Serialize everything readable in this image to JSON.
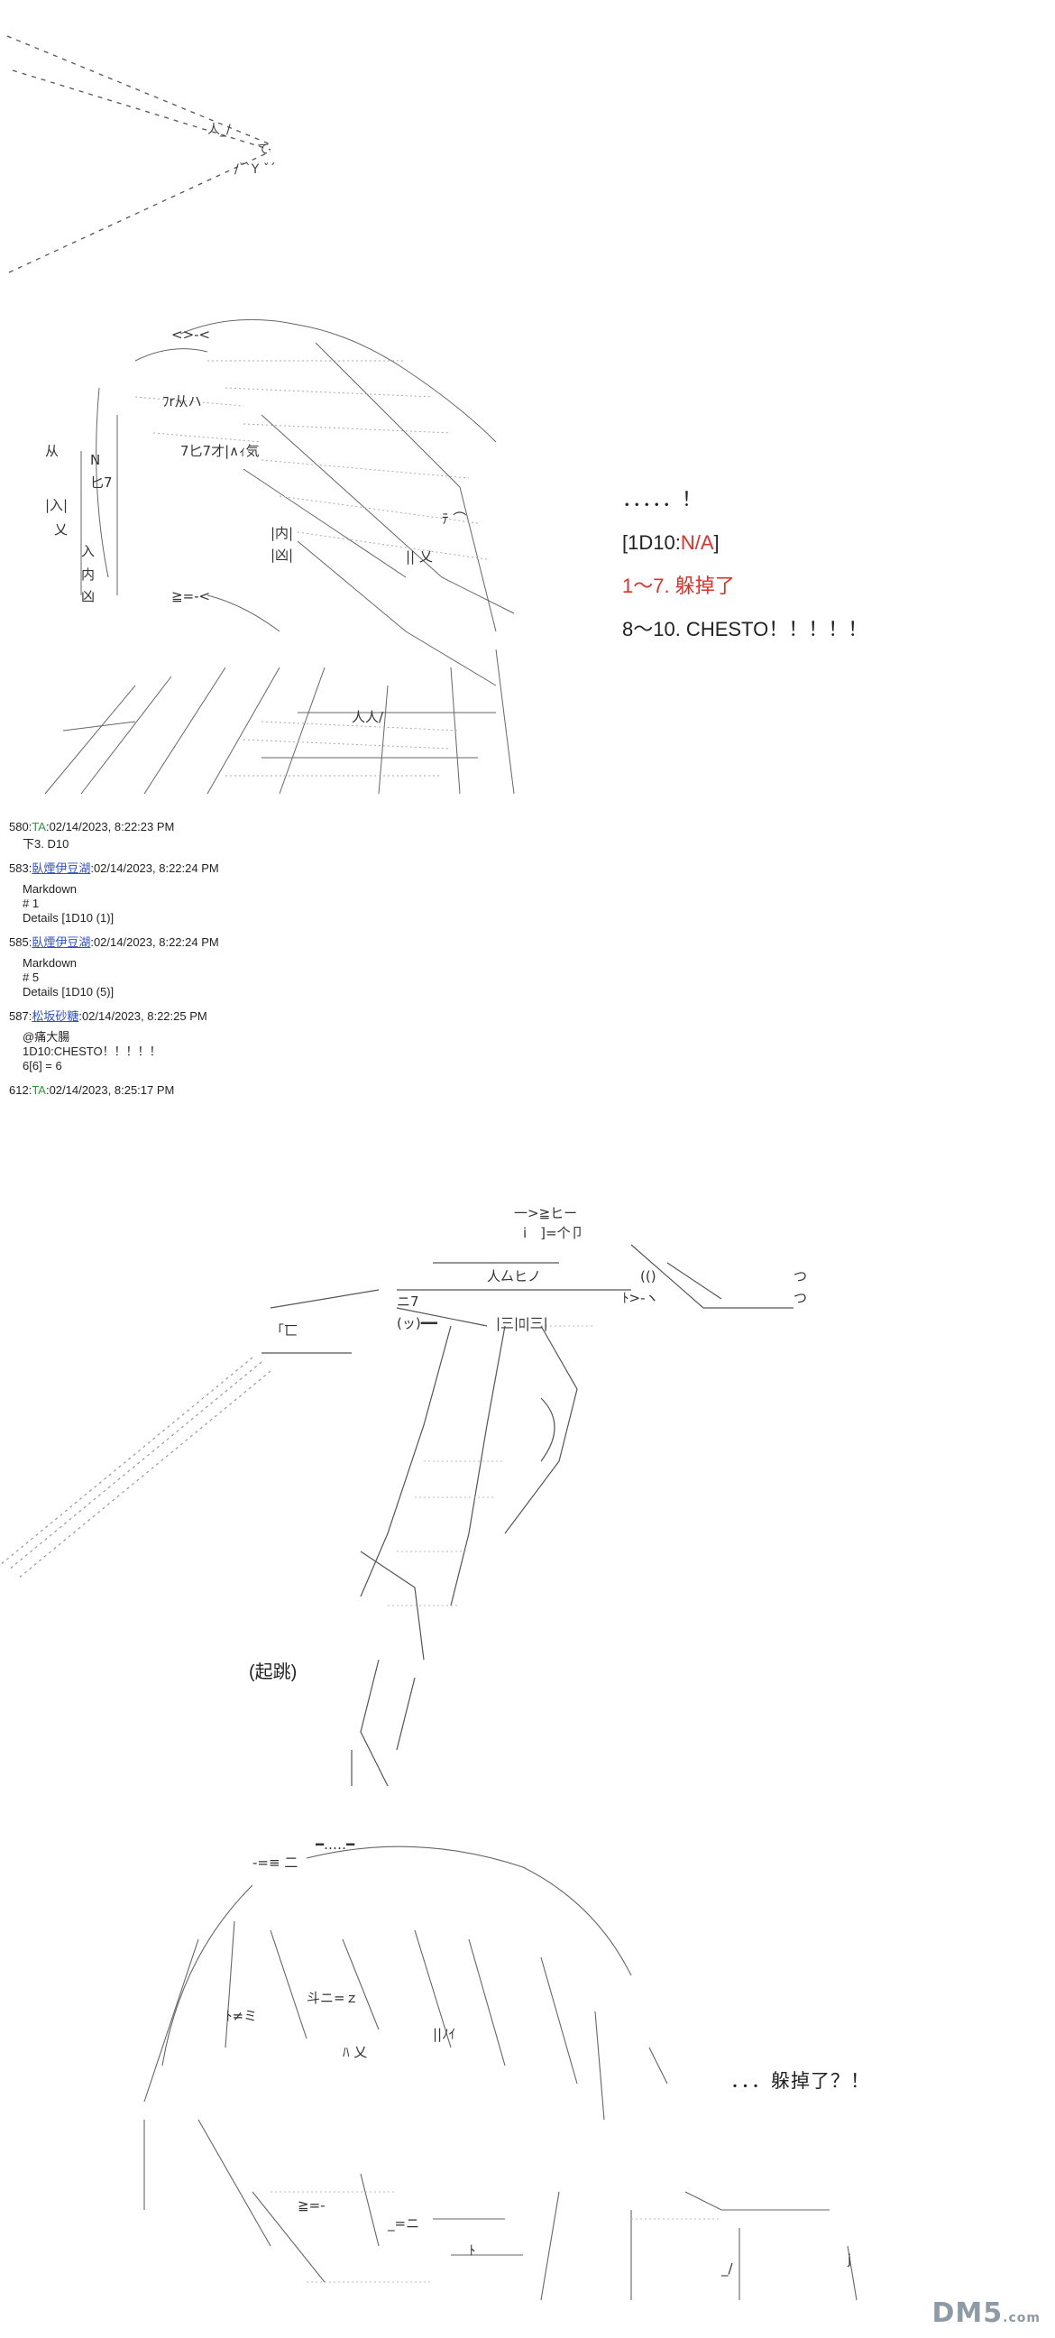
{
  "dialog": {
    "line1": "．．．．．！",
    "line2_prefix": "[1D10:",
    "line2_value": "N/A",
    "line2_suffix": "]",
    "line3": "1～7. 躲掉了",
    "line4": "8～10. CHESTO！！！！！"
  },
  "posts": [
    {
      "num": "580:",
      "name": "TA",
      "date": ":02/14/2023, 8:22:23 PM",
      "body": "下3. D10"
    },
    {
      "num": "583:",
      "name": "臥煙伊豆湖",
      "date": ":02/14/2023, 8:22:24 PM",
      "body": "Markdown\n# 1\nDetails [1D10 (1)]"
    },
    {
      "num": "585:",
      "name": "臥煙伊豆湖",
      "date": ":02/14/2023, 8:22:24 PM",
      "body": "Markdown\n# 5\nDetails [1D10 (5)]"
    },
    {
      "num": "587:",
      "name": "松坂砂糖",
      "date": ":02/14/2023, 8:22:25 PM",
      "body": "@痛大腸\n1D10:CHESTO！！！！！\n6[6] = 6"
    },
    {
      "num": "612:",
      "name": "TA",
      "date": ":02/14/2023, 8:25:17 PM",
      "body": ""
    }
  ],
  "captions": {
    "jump": "(起跳)",
    "dodged": "．．．躲掉了？！"
  },
  "watermark": {
    "main": "DM5",
    "sub": ".com"
  },
  "colors": {
    "red_text": "#e0302a",
    "green_name": "#2b9a3d",
    "link_name": "#2d4fd0"
  }
}
